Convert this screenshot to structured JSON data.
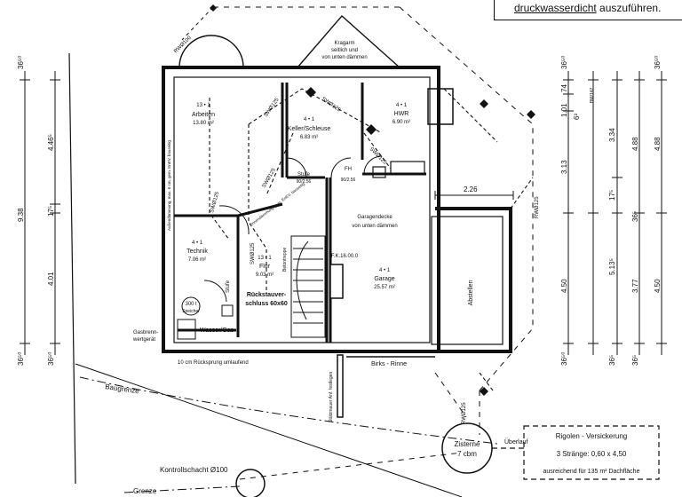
{
  "note": {
    "emphasis": "druckwasserdicht",
    "rest": "auszuführen."
  },
  "rooms": {
    "arbeiten": {
      "code": "13 • 1",
      "name": "Arbeiten",
      "area": "13.80 m²"
    },
    "keller": {
      "code": "4 • 1",
      "name": "Keller/Schleuse",
      "area": "6.83 m²"
    },
    "hwr": {
      "code": "4 • 1",
      "name": "HWR",
      "area": "6.90 m²"
    },
    "technik": {
      "code": "4 • 1",
      "name": "Technik",
      "area": "7.06 m²"
    },
    "flur": {
      "code": "13 • 1",
      "name": "Flur",
      "area": "9.03 m²"
    },
    "garage": {
      "code": "4 • 1",
      "name": "Garage",
      "area": "25.57 m²"
    },
    "abstellen": {
      "name": "Abstellen"
    }
  },
  "labels": {
    "kragarm": [
      "Kragarm",
      "seitlich und",
      "von unten dämmen"
    ],
    "garagendecke": [
      "Garagendecke",
      "von unten dämmen"
    ],
    "stufe1": "Stufe",
    "stufe2": "Stufe",
    "fh": "FH",
    "fh_size": "90/2.56",
    "stufe_size": "90/2.56",
    "fk": "F.K.16.00.0",
    "rueckstau": [
      "Rückstauver-",
      "schluss 60x60"
    ],
    "wassergas": "Wasser/Gas",
    "speicher": [
      "300 l",
      "Speicher"
    ],
    "gasbrenn": [
      "Gasbrenn-",
      "wertgerät"
    ],
    "ruecksprung": "10 cm Rücksprung umlaufend",
    "birks": "Birks - Rinne",
    "baugrenze": "Baugrenze",
    "grenze": "Grenze",
    "kontroll": "Kontrollschacht Ø100",
    "zisterne": [
      "Zisterne",
      "7 cbm"
    ],
    "ueberlauf": "Überlauf",
    "rigolen": [
      "Rigolen - Versickerung",
      "3 Stränge: 0,60 x 4,50",
      "ausreichend für 135 m² Dachfläche"
    ],
    "sw125_a": "SWØ125",
    "sw125_b": "SWØ125",
    "sw125_c": "SWØ125",
    "sw125_d": "SWØ125",
    "sw125_e": "SWØ125",
    "sw125_f": "SWØ125",
    "rw125_a": "RWØ125",
    "rw125_b": "RWØ125",
    "rw100": "RWØ100",
    "stuetzmauer": "Stützmauer Anf. festlegen",
    "aussen": "Außendämmung, max. 6 cm, gem. EnEV, bauseitig",
    "bewehrung": "Innendämmung gem. EnEV, bauseitig",
    "treppe": "Betontreppe",
    "bm": "BM/142"
  },
  "dims": {
    "left1": [
      "36⁵⁰",
      "9.38",
      "36⁵⁰"
    ],
    "left2": [
      "4.46⁵",
      "17⁵",
      "4.01",
      "36⁵⁰"
    ],
    "right1": [
      "36⁵⁰",
      "74",
      "1.01",
      "6³",
      "3.13",
      "4.50",
      "36⁵⁰"
    ],
    "right2": [
      "3.34",
      "17⁵",
      "5.13⁵",
      "36⁵"
    ],
    "right3": [
      "4.88",
      "36⁵",
      "3.77",
      "36⁵"
    ],
    "right4": [
      "4.88",
      "4.50",
      "36⁵⁰"
    ],
    "garage_w": "2.26"
  }
}
